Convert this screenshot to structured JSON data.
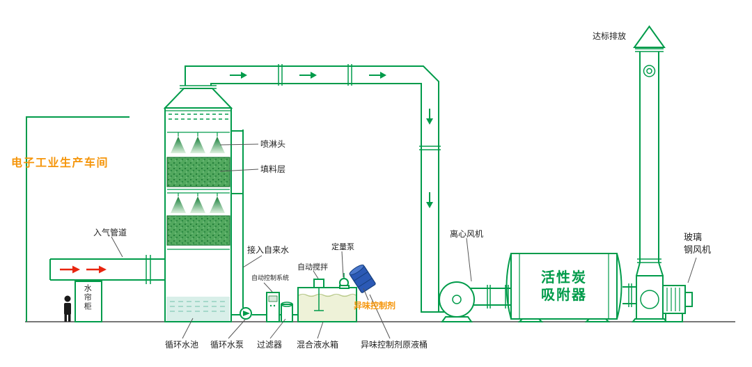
{
  "meta": {
    "description_note": "Industrial waste-gas treatment process flow diagram"
  },
  "colors": {
    "line-green": "#009b4a",
    "accent": "#f5950a",
    "red": "#e8250f",
    "drum-blue": "#2b59b5",
    "ink": "#222222",
    "water": "#d9efe9"
  },
  "labels": {
    "workshop": "电子工业生产车间",
    "inlet_duct": "入气管道",
    "water_curtain_cabinet": "水帘柜",
    "spray_heads": "喷淋头",
    "packing_layer": "填料层",
    "tap_water_inlet": "接入自来水",
    "auto_control_system": "自动控制系统",
    "auto_stirrer": "自动搅拌",
    "metering_pump": "定量泵",
    "odor_control_agent": "异味控制剂",
    "circulating_pool": "循环水池",
    "circulating_pump": "循环水泵",
    "filter": "过滤器",
    "mixing_tank": "混合液水箱",
    "odor_agent_drum": "异味控制剂原液桶",
    "centrifugal_fan": "离心风机",
    "carbon_adsorber": [
      "活性炭",
      "吸附器"
    ],
    "frp_fan": [
      "玻璃",
      "钢风机"
    ],
    "compliant_discharge": "达标排放"
  }
}
